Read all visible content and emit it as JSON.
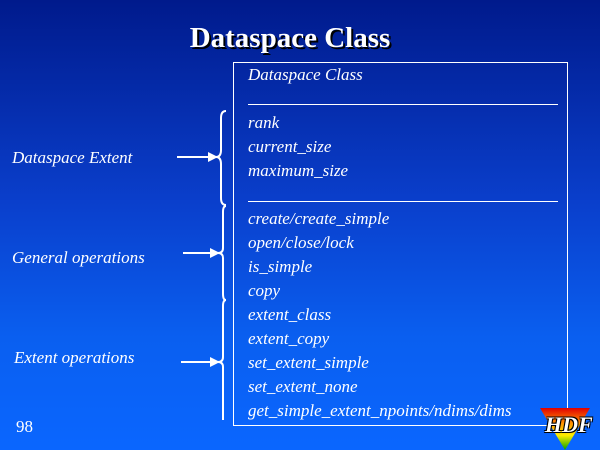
{
  "title": "Dataspace Class",
  "class_box": {
    "name": "Dataspace Class",
    "attributes": [
      "rank",
      "current_size",
      "maximum_size"
    ],
    "operations": [
      "create/create_simple",
      "open/close/lock",
      "is_simple",
      "copy",
      "extent_class",
      "extent_copy",
      "set_extent_simple",
      "set_extent_none",
      "get_simple_extent_npoints/ndims/dims"
    ]
  },
  "labels": {
    "extent": "Dataspace Extent",
    "general": "General operations",
    "extent_ops": "Extent operations"
  },
  "page_number": "98",
  "logo": "HDF"
}
